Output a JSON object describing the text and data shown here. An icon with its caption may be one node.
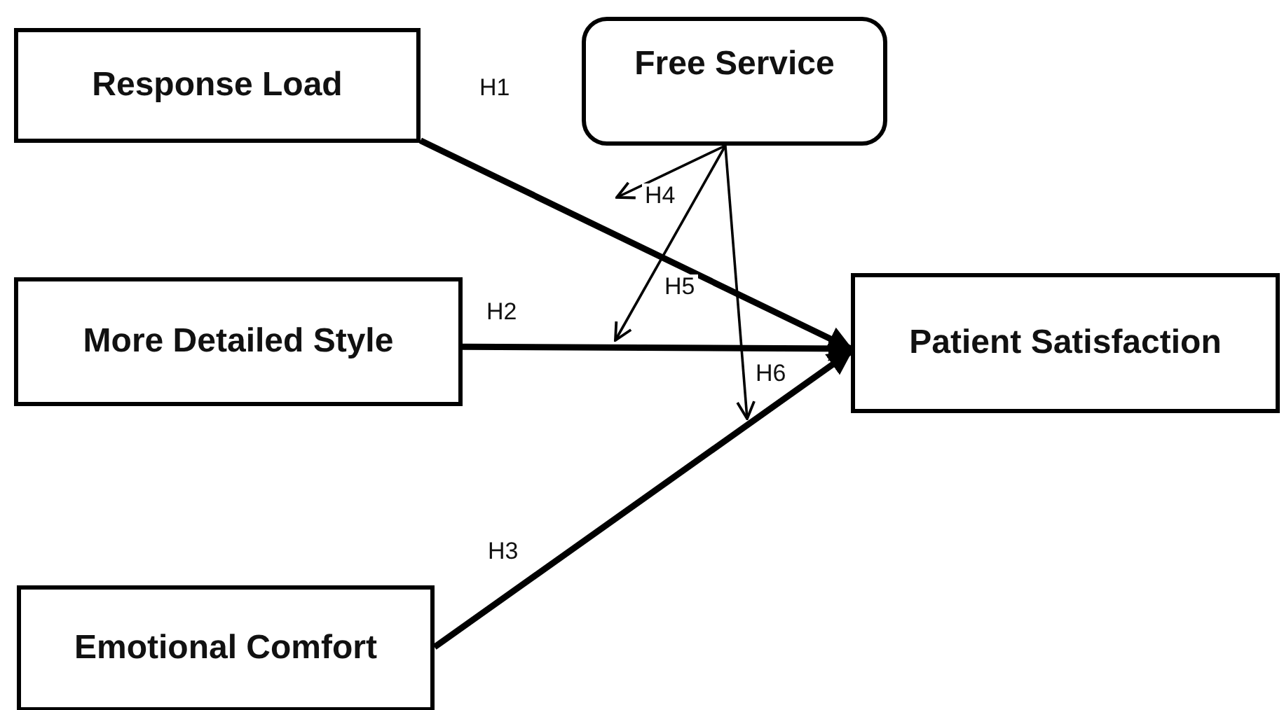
{
  "diagram": {
    "nodes": [
      {
        "text": [
          "Response Load"
        ]
      },
      {
        "text": [
          "Free Service"
        ]
      },
      {
        "text": [
          "More Detailed Style"
        ]
      },
      {
        "text": [
          "Patient Satisfaction"
        ]
      },
      {
        "text": [
          "Emotional Comfort"
        ]
      }
    ],
    "edges": [
      {
        "from": 0,
        "to": 3,
        "arrow": "to",
        "label": "H1",
        "style": "thick"
      },
      {
        "from": 1,
        "to": null,
        "arrow": "to",
        "label": "H4"
      },
      {
        "from": 1,
        "to": null,
        "arrow": "to",
        "label": "H5"
      },
      {
        "from": 2,
        "to": 3,
        "arrow": "to",
        "label": "H2",
        "style": "thick"
      },
      {
        "from": 1,
        "to": null,
        "arrow": "to",
        "label": "H6"
      },
      {
        "from": 4,
        "to": 3,
        "arrow": "to",
        "label": "H3",
        "style": "thick"
      }
    ]
  }
}
